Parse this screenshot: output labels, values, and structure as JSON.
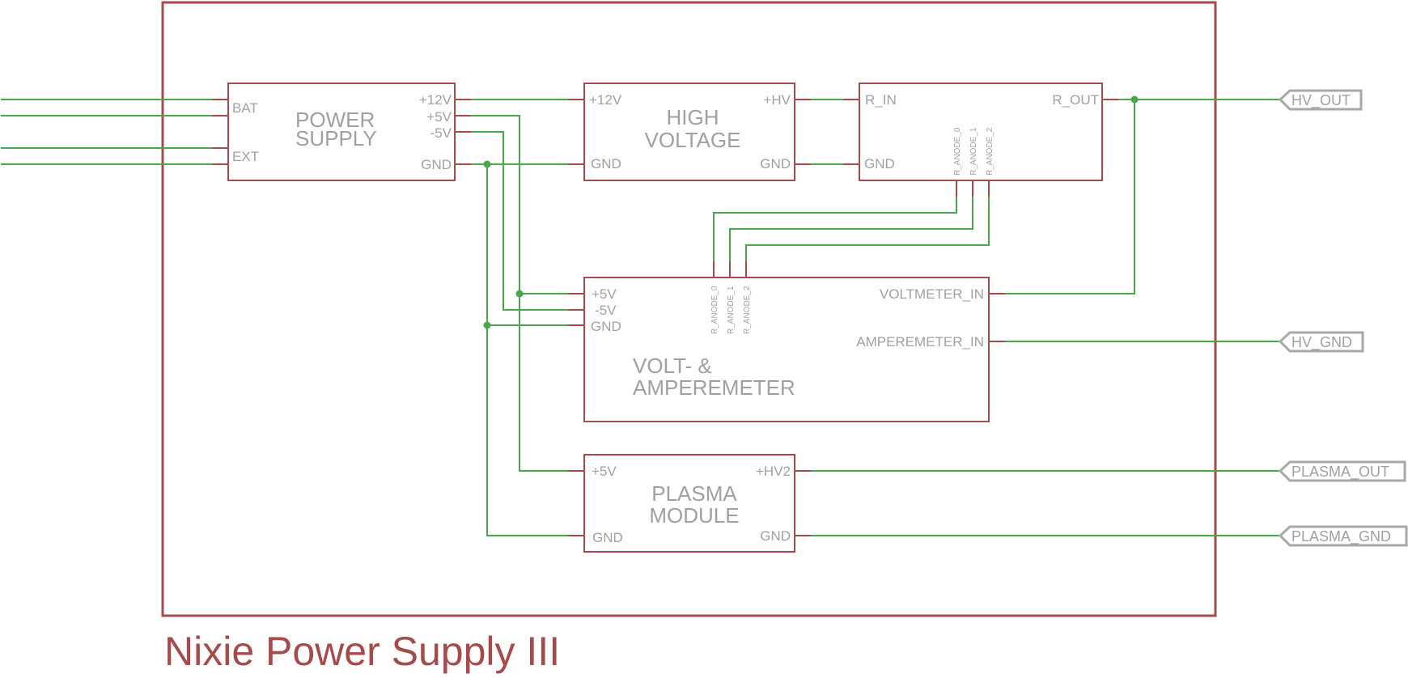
{
  "title": "Nixie Power Supply III",
  "colors": {
    "frame": "#a54b4b",
    "wire": "#4ca64c",
    "text": "#a0a0a0",
    "net_label": "#a8a8a8"
  },
  "parts": {
    "power_supply": {
      "name_line1": "POWER",
      "name_line2": "SUPPLY",
      "pins_left": [
        "BAT",
        "EXT"
      ],
      "pins_right": [
        "+12V",
        "+5V",
        "-5V",
        "GND"
      ]
    },
    "high_voltage": {
      "name_line1": "HIGH",
      "name_line2": "VOLTAGE",
      "pins_left": [
        "+12V",
        "GND"
      ],
      "pins_right": [
        "+HV",
        "GND"
      ]
    },
    "resistor_block": {
      "pins_left": [
        "R_IN",
        "GND"
      ],
      "pins_right": [
        "R_OUT"
      ],
      "pins_bottom": [
        "R_ANODE_0",
        "R_ANODE_1",
        "R_ANODE_2"
      ]
    },
    "volt_amperemeter": {
      "name_line1": "VOLT- &",
      "name_line2": "AMPEREMETER",
      "pins_left": [
        "+5V",
        "-5V",
        "GND"
      ],
      "pins_top": [
        "R_ANODE_0",
        "R_ANODE_1",
        "R_ANODE_2"
      ],
      "pins_right": [
        "VOLTMETER_IN",
        "AMPEREMETER_IN"
      ]
    },
    "plasma_module": {
      "name_line1": "PLASMA",
      "name_line2": "MODULE",
      "pins_left": [
        "+5V",
        "GND"
      ],
      "pins_right": [
        "+HV2",
        "GND"
      ]
    }
  },
  "net_labels": [
    "HV_OUT",
    "HV_GND",
    "PLASMA_OUT",
    "PLASMA_GND"
  ]
}
